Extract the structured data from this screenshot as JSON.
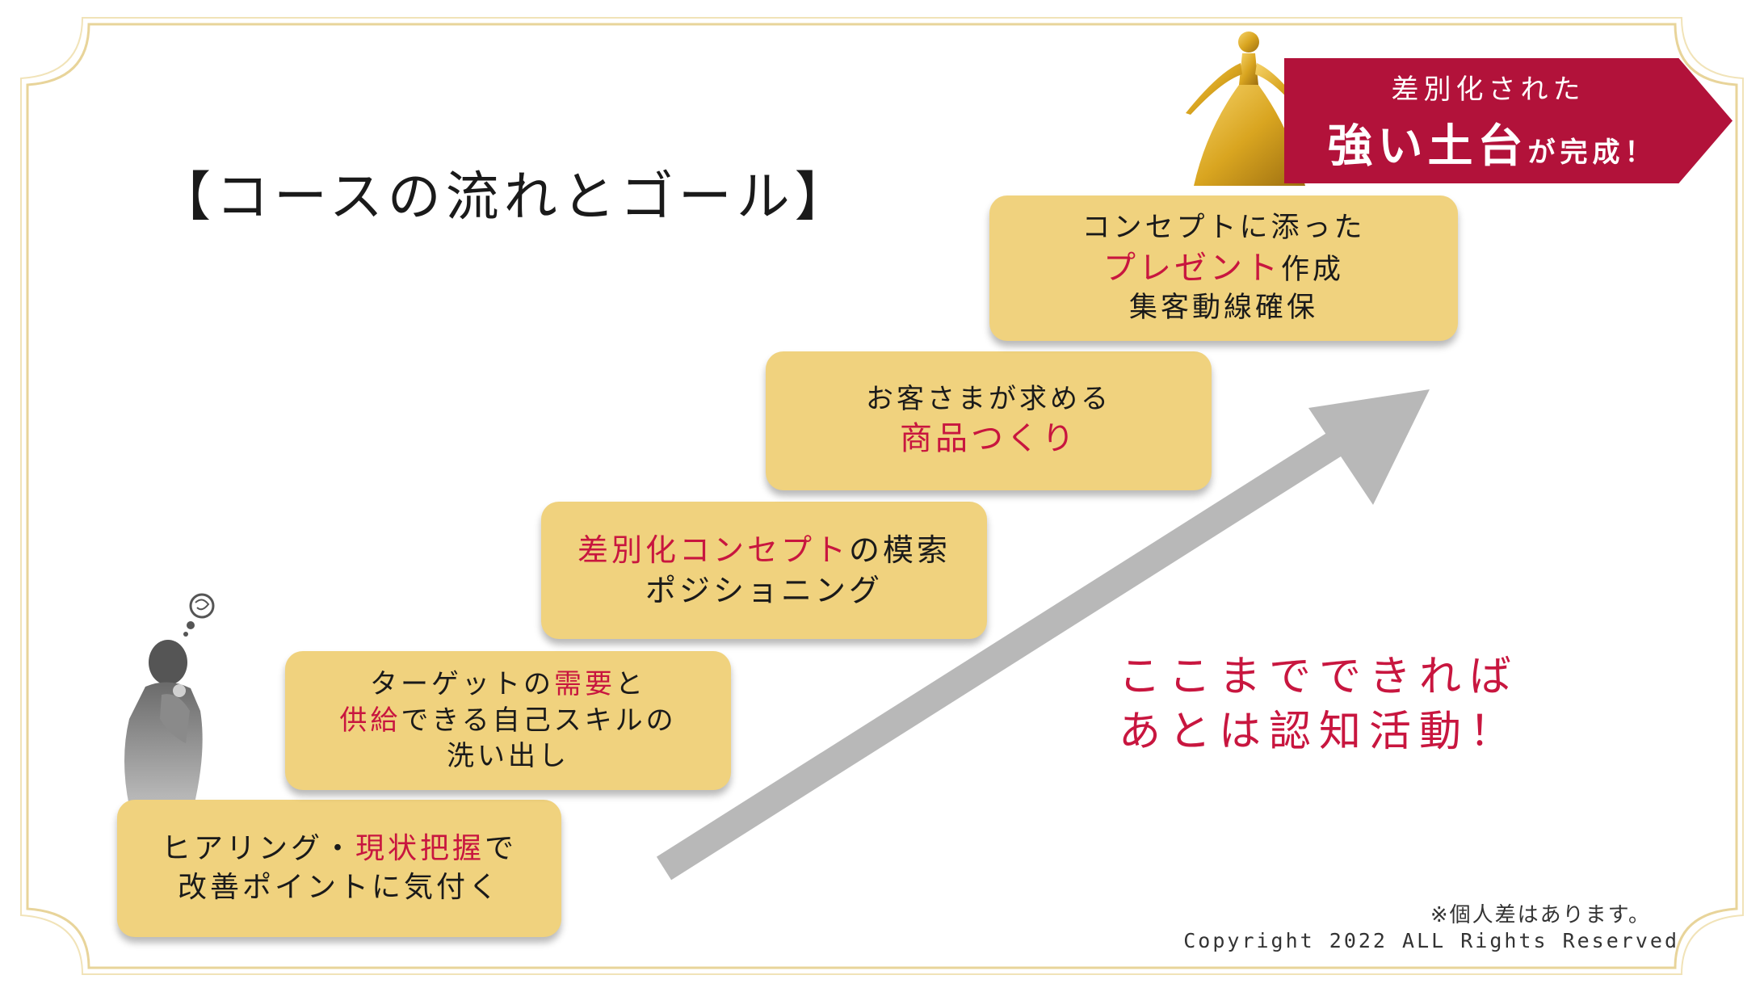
{
  "title": "【コースの流れとゴール】",
  "steps": [
    {
      "line1": [
        {
          "t": "ヒアリング・"
        },
        {
          "t": "現状把握",
          "hl": true
        },
        {
          "t": "で"
        }
      ],
      "line2": [
        {
          "t": "改善ポイントに気付く"
        }
      ]
    },
    {
      "line1": [
        {
          "t": "ターゲットの"
        },
        {
          "t": "需要",
          "hl": true
        },
        {
          "t": "と"
        }
      ],
      "line2": [
        {
          "t": "供給",
          "hl": true
        },
        {
          "t": "できる自己スキルの"
        }
      ],
      "line3": [
        {
          "t": "洗い出し"
        }
      ]
    },
    {
      "line1": [
        {
          "t": "差別化コンセプト",
          "hl": true
        },
        {
          "t": "の模索"
        }
      ],
      "line2": [
        {
          "t": "ポジショニング"
        }
      ]
    },
    {
      "line1": [
        {
          "t": "お客さまが求める"
        }
      ],
      "line2": [
        {
          "t": "商品つくり",
          "hl": true
        }
      ]
    },
    {
      "line1": [
        {
          "t": "コンセプトに添った"
        }
      ],
      "line2": [
        {
          "t": "プレゼント",
          "hl": true
        },
        {
          "t": "作成"
        }
      ],
      "line3": [
        {
          "t": "集客動線確保"
        }
      ]
    }
  ],
  "goal_banner": {
    "line1": "差別化された",
    "line2_main": "強い土台",
    "line2_suffix": "が完成！"
  },
  "callout": {
    "line1": "ここまでできれば",
    "line2": "あとは認知活動！"
  },
  "note": "※個人差はあります。",
  "copyright": "Copyright 2022 ALL Rights Reserved",
  "colors": {
    "step_fill": "#f0d27e",
    "highlight": "#c8163f",
    "banner": "#b2123a",
    "arrow": "#b8b8b8",
    "frame": "#e8d49a",
    "gold": "#d9a520"
  },
  "icons": [
    "worried-woman-silhouette-icon",
    "thought-bubble-icon",
    "gold-princess-icon",
    "growth-arrow-icon"
  ]
}
